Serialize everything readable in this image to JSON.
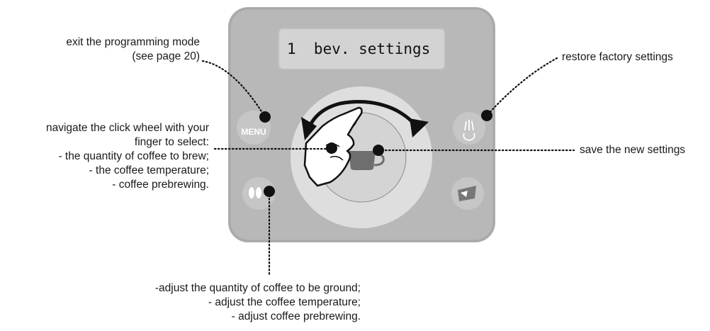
{
  "display": {
    "text": "1  bev. settings"
  },
  "buttons": {
    "menu_label": "MENU",
    "restore_icon": "steam-icon",
    "bean_icon": "coffee-bean-icon",
    "cup_icon": "cup-icon",
    "right_bottom_icon": "rinse-icon"
  },
  "callouts": {
    "exit": [
      "exit the programming mode",
      "(see page 20)"
    ],
    "navigate": [
      "navigate the click wheel with your",
      "finger to select:",
      "- the quantity of coffee to brew;",
      "- the coffee temperature;",
      "- coffee prebrewing."
    ],
    "restore": [
      "restore factory settings"
    ],
    "save": [
      "save the new settings"
    ],
    "adjust": [
      "-adjust the quantity of coffee to be ground;",
      "- adjust the coffee temperature;",
      "- adjust coffee prebrewing."
    ]
  },
  "colors": {
    "panel": "#b8b8b8",
    "panel_edge": "#a6a6a6",
    "lcd": "#d3d3d3",
    "wheel_outer": "#dedede",
    "wheel_inner": "#d2d2d2",
    "button": "#c4c4c4",
    "dot": "#111111"
  }
}
